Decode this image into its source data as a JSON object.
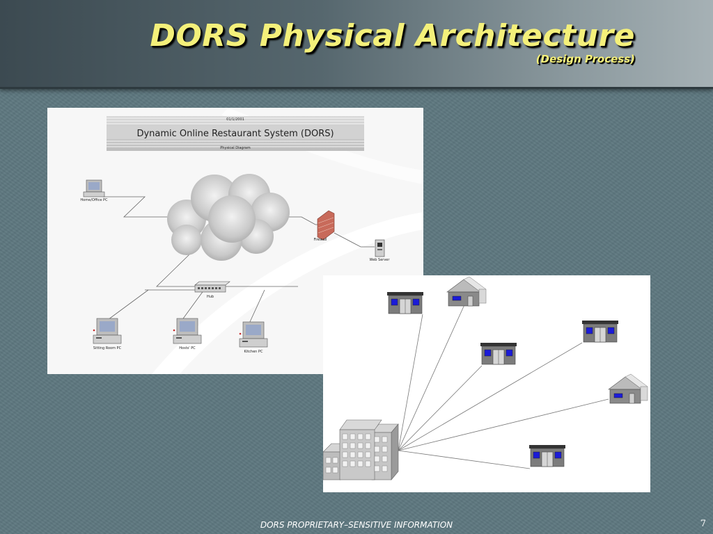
{
  "slide": {
    "title": "DORS Physical Architecture",
    "subtitle": "(Design Process)",
    "footer": "DORS PROPRIETARY–SENSITIVE INFORMATION",
    "page_number": "7"
  },
  "network_diagram": {
    "banner_title": "Dynamic Online Restaurant System (DORS)",
    "banner_date": "01/1/2001",
    "banner_caption": "Physical Diagram",
    "nodes": {
      "home_office_pc": "Home/Office PC",
      "firewall": "Firewall",
      "web_server": "Web Server",
      "hub": "Hub",
      "sitting_room_pc": "Sitting Room PC",
      "hosts_pc": "Hosts' PC",
      "kitchen_pc": "Kitchen PC"
    }
  },
  "colors": {
    "title": "#f4f07a",
    "window_blue": "#1b1bd8",
    "background": "#5e7880"
  }
}
